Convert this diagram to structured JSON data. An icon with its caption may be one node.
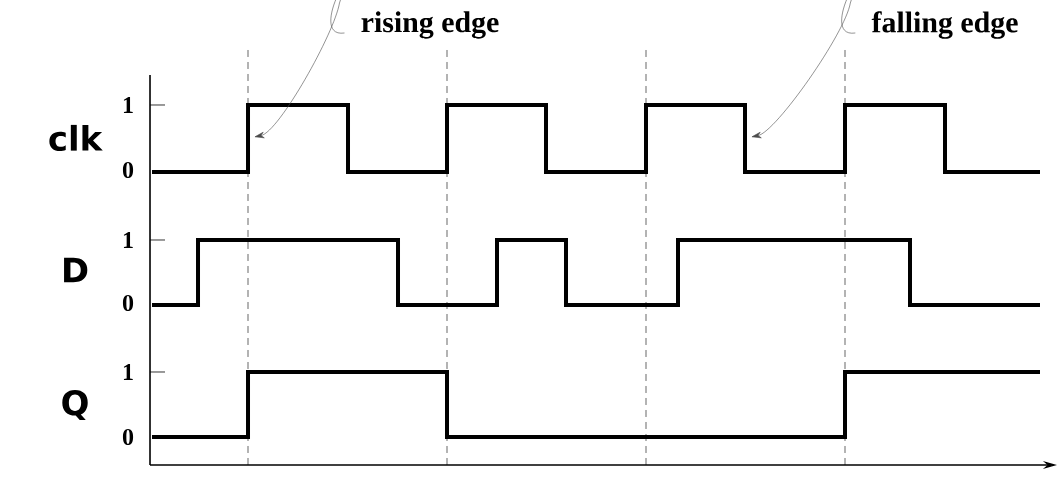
{
  "diagram": {
    "nodes": [
      {
        "text": [
          "rising edge"
        ]
      },
      {
        "text": [
          "falling edge"
        ]
      }
    ],
    "edges": [
      {
        "from": 0,
        "to": null,
        "arrow": "to"
      },
      {
        "from": 1,
        "to": null,
        "arrow": "to"
      }
    ],
    "labels": [
      "clk",
      "1",
      "0",
      "D",
      "1",
      "0",
      "Q",
      "1",
      "0"
    ]
  }
}
